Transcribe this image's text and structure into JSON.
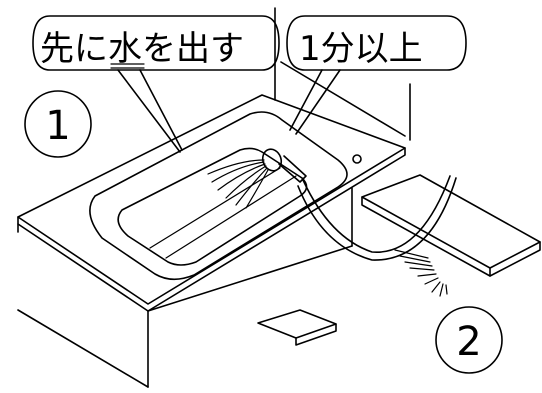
{
  "labels": {
    "callout_left": {
      "before": "先に",
      "emph": "水",
      "after": "を出す"
    },
    "callout_right": "1分以上",
    "step_1": "1",
    "step_2": "2"
  }
}
